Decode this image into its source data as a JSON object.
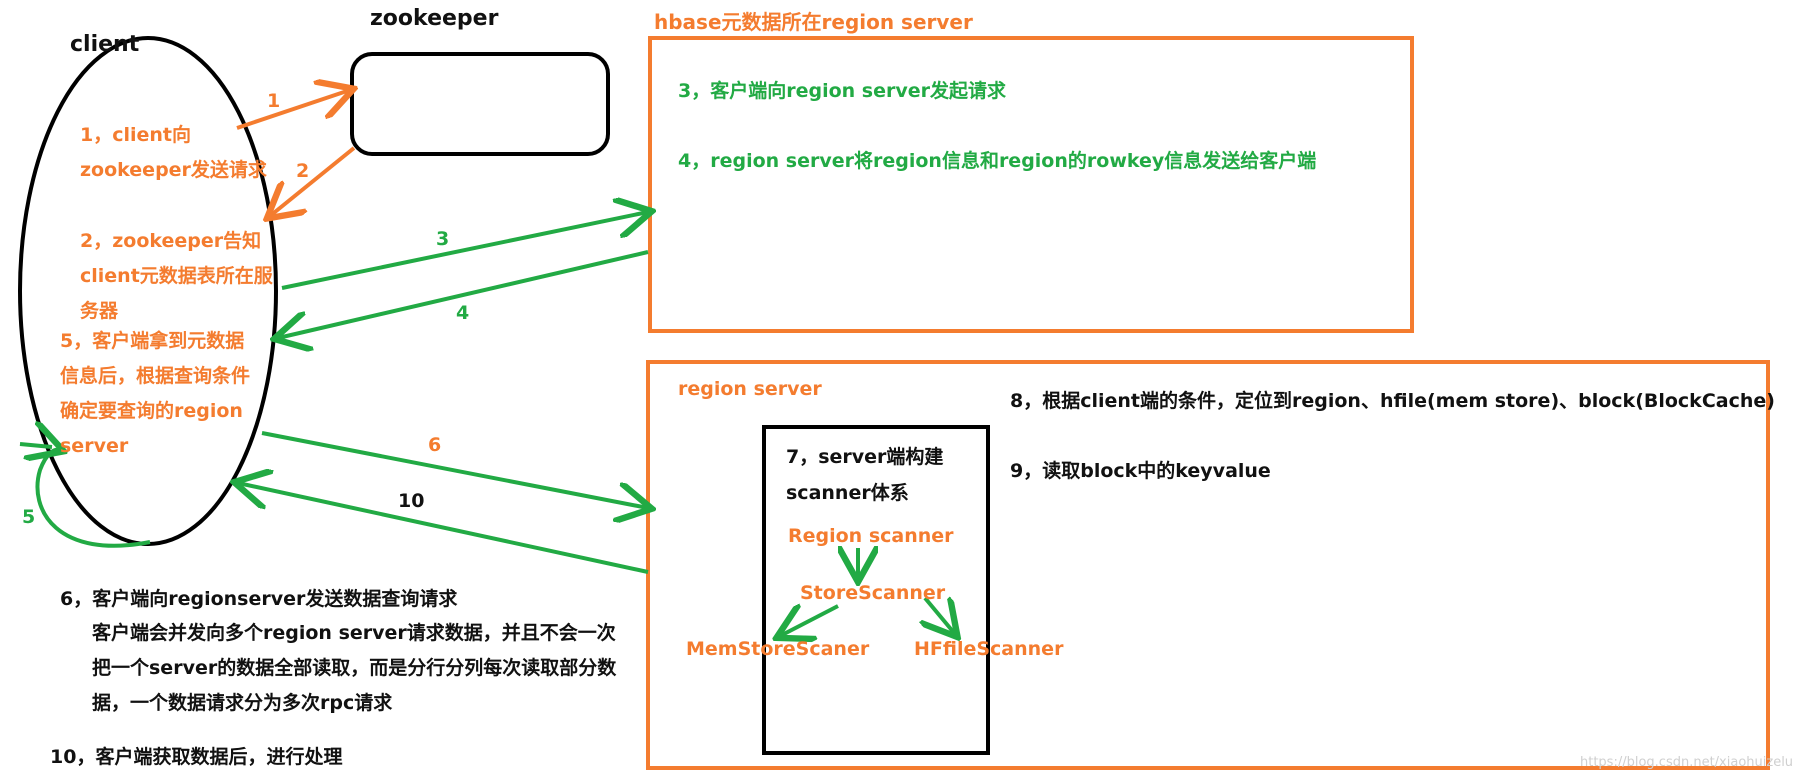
{
  "labels": {
    "client": "client",
    "zookeeper": "zookeeper",
    "hbase_meta_server": "hbase元数据所在region server",
    "region_server": "region server"
  },
  "client_notes": {
    "step1_l1": "1，client向",
    "step1_l2": "zookeeper发送请求",
    "step2_l1": "2，zookeeper告知",
    "step2_l2": "client元数据表所在服",
    "step2_l3": "务器",
    "step5_l1": "5，客户端拿到元数据",
    "step5_l2": "信息后，根据查询条件",
    "step5_l3": "确定要查询的region",
    "step5_l4": "server"
  },
  "meta_box_notes": {
    "step3": "3，客户端向region server发起请求",
    "step4": "4，region server将region信息和region的rowkey信息发送给客户端"
  },
  "region_box_notes": {
    "step8": "8，根据client端的条件，定位到region、hfile(mem store)、block(BlockCache)",
    "step9": "9，读取block中的keyvalue"
  },
  "scanner_box": {
    "title_l1": "7，server端构建",
    "title_l2": "scanner体系",
    "region_scanner": "Region scanner",
    "store_scanner": "StoreScanner",
    "memstore_scanner": "MemStoreScaner",
    "hfile_scanner": "HFfileScanner"
  },
  "arrow_numbers": {
    "n1": "1",
    "n2": "2",
    "n3": "3",
    "n4": "4",
    "n5": "5",
    "n6": "6",
    "n10": "10"
  },
  "bottom_notes": {
    "step6_l1": "6，客户端向regionserver发送数据查询请求",
    "step6_l2": "客户端会并发向多个region server请求数据，并且不会一次",
    "step6_l3": "把一个server的数据全部读取，而是分行分列每次读取部分数",
    "step6_l4": "据，一个数据请求分为多次rpc请求",
    "step10": "10，客户端获取数据后，进行处理"
  },
  "watermark": "https://blog.csdn.net/xiaohuizelu",
  "colors": {
    "orange": "#F47C2F",
    "green": "#22AA44",
    "black": "#111111"
  }
}
